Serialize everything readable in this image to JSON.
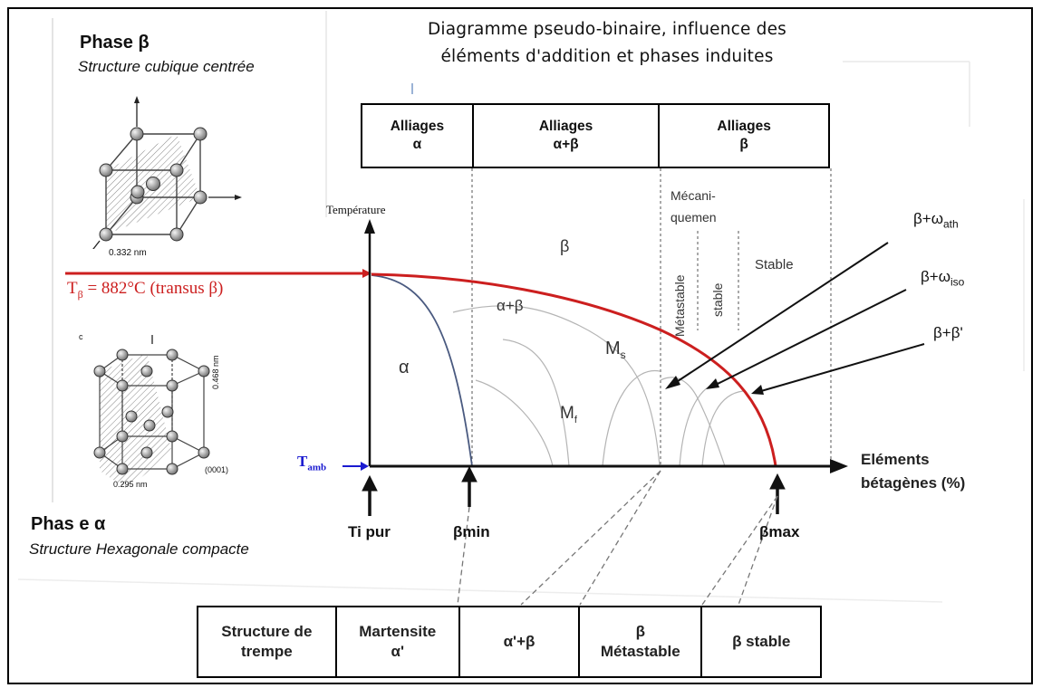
{
  "title_line1": "Diagramme pseudo-binaire, influence des",
  "title_line2": "éléments d'addition et phases induites",
  "phase_beta": {
    "title": "Phase β",
    "subtitle": "Structure cubique centrée",
    "dimension": "0.332 nm"
  },
  "phase_alpha": {
    "title": "Phas e α",
    "subtitle": "Structure Hexagonale compacte",
    "dim_a": "0.295 nm",
    "dim_c": "0.468 nm",
    "plane": "(0001)",
    "axis_c": "c"
  },
  "header_cells": [
    {
      "line1": "Alliages",
      "line2": "α"
    },
    {
      "line1": "Alliages",
      "line2": "α+β"
    },
    {
      "line1": "Alliages",
      "line2": "β"
    }
  ],
  "axis": {
    "y_label": "Température",
    "x_label_1": "Eléments",
    "x_label_2": "bétagènes (%)"
  },
  "transus": {
    "prefix": "T",
    "sub": "β",
    "text": " = 882°C (transus β)"
  },
  "tamb": {
    "prefix": "T",
    "sub": "amb"
  },
  "regions": {
    "beta": "β",
    "alpha_beta": "α+β",
    "alpha": "α",
    "ms_main": "M",
    "ms_sub": "s",
    "mf_main": "M",
    "mf_sub": "f",
    "meca_1": "Mécani-",
    "meca_2": "quemen",
    "metastable": "Métastable",
    "stable_v": "stable",
    "stable": "Stable"
  },
  "x_markers": {
    "ti_pur": "Ti pur",
    "bmin": "βmin",
    "bmax": "βmax"
  },
  "annotations": {
    "w_ath_main": "β+ω",
    "w_ath_sub": "ath",
    "w_iso_main": "β+ω",
    "w_iso_sub": "iso",
    "bb": "β+β'"
  },
  "bottom_cells": [
    {
      "line1": "Structure de",
      "line2": "trempe"
    },
    {
      "line1": "Martensite",
      "line2": "α'"
    },
    {
      "line1": "α'+β",
      "line2": ""
    },
    {
      "line1": "β",
      "line2": "Métastable"
    },
    {
      "line1": "β  stable",
      "line2": ""
    }
  ],
  "colors": {
    "transus": "#cc1f1f",
    "tamb": "#1a1ad0",
    "alpha_curve": "#4a5a80",
    "grid": "#999999"
  }
}
